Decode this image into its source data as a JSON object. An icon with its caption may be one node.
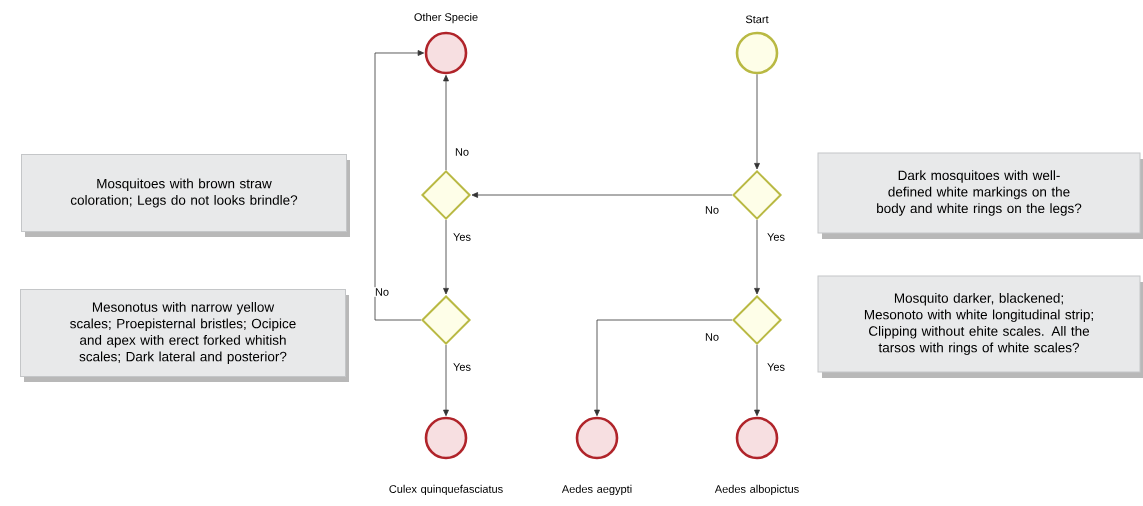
{
  "diagram": {
    "nodes": [
      {
        "text": [
          "Other Specie"
        ]
      },
      {
        "text": [
          "Start"
        ]
      },
      {
        "text": [
          "Mosquitoes with brown straw coloration; Legs do not looks brindle?"
        ]
      },
      {
        "text": [],
        "shape": "diamond"
      },
      {
        "text": [],
        "shape": "diamond"
      },
      {
        "text": [
          "Dark mosquitoes with well-defined white markings on the body and white rings on the legs?"
        ]
      },
      {
        "text": [
          "Mesonotus with narrow yellow scales; Proepisternal bristles; Ocipice and apex with erect forked whitish scales; Dark lateral and posterior?"
        ]
      },
      {
        "text": [],
        "shape": "diamond"
      },
      {
        "text": [],
        "shape": "diamond"
      },
      {
        "text": [
          "Mosquito darker, blackened; Mesonoto with white longitudinal strip; Clipping without ehite scales. All the tarsos with rings of white scales?"
        ]
      },
      {
        "text": [
          "Culex quinquefasciatus"
        ]
      },
      {
        "text": [
          "Aedes aegypti"
        ]
      },
      {
        "text": [
          "Aedes albopictus"
        ]
      }
    ],
    "edges": [
      {
        "from": 1,
        "to": 4,
        "arrow": "to"
      },
      {
        "from": 4,
        "to": 3,
        "arrow": "to",
        "label": "No"
      },
      {
        "from": 3,
        "to": 0,
        "arrow": "to",
        "label": "No"
      },
      {
        "from": 3,
        "to": 7,
        "arrow": "to",
        "label": "Yes"
      },
      {
        "from": 7,
        "to": 0,
        "arrow": "to",
        "label": "No"
      },
      {
        "from": 4,
        "to": 8,
        "arrow": "to",
        "label": "Yes"
      },
      {
        "from": 8,
        "to": 11,
        "arrow": "to",
        "label": "No"
      },
      {
        "from": 8,
        "to": 12,
        "arrow": "to",
        "label": "Yes"
      },
      {
        "from": 7,
        "to": 10,
        "arrow": "to",
        "label": "Yes"
      }
    ]
  }
}
